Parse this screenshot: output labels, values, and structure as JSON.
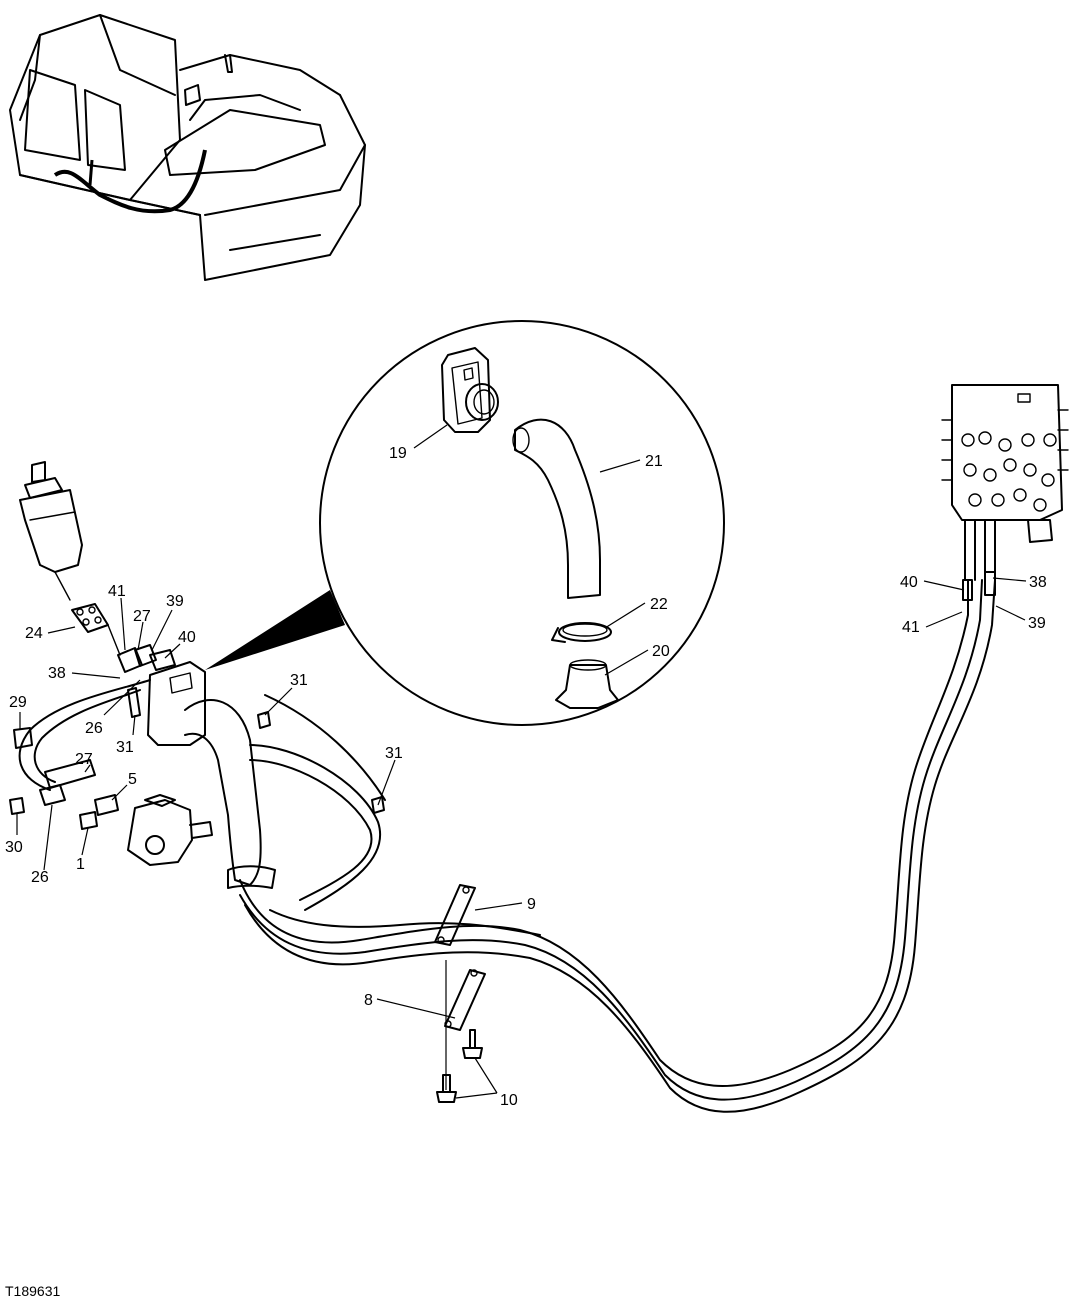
{
  "figure_id": "T189631",
  "callouts": [
    {
      "id": "c19",
      "text": "19"
    },
    {
      "id": "c21",
      "text": "21"
    },
    {
      "id": "c22",
      "text": "22"
    },
    {
      "id": "c20",
      "text": "20"
    },
    {
      "id": "c41a",
      "text": "41"
    },
    {
      "id": "c27a",
      "text": "27"
    },
    {
      "id": "c39a",
      "text": "39"
    },
    {
      "id": "c24",
      "text": "24"
    },
    {
      "id": "c40a",
      "text": "40"
    },
    {
      "id": "c38a",
      "text": "38"
    },
    {
      "id": "c26a",
      "text": "26"
    },
    {
      "id": "c31a",
      "text": "31"
    },
    {
      "id": "c31b",
      "text": "31"
    },
    {
      "id": "c31c",
      "text": "31"
    },
    {
      "id": "c29",
      "text": "29"
    },
    {
      "id": "c27b",
      "text": "27"
    },
    {
      "id": "c5",
      "text": "5"
    },
    {
      "id": "c30",
      "text": "30"
    },
    {
      "id": "c26b",
      "text": "26"
    },
    {
      "id": "c1",
      "text": "1"
    },
    {
      "id": "c9",
      "text": "9"
    },
    {
      "id": "c8",
      "text": "8"
    },
    {
      "id": "c10",
      "text": "10"
    },
    {
      "id": "c40b",
      "text": "40"
    },
    {
      "id": "c38b",
      "text": "38"
    },
    {
      "id": "c41b",
      "text": "41"
    },
    {
      "id": "c39b",
      "text": "39"
    }
  ]
}
